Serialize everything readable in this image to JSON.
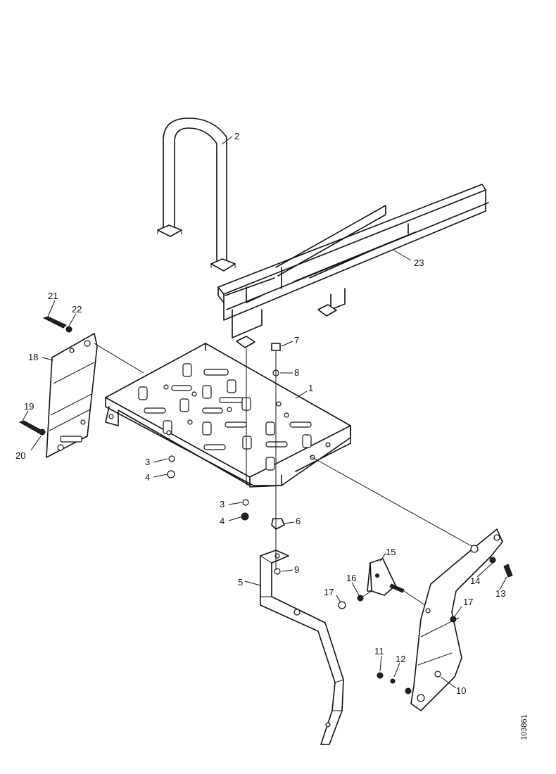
{
  "diagram": {
    "callouts": [
      {
        "id": "c2",
        "label": "2"
      },
      {
        "id": "c23",
        "label": "23"
      },
      {
        "id": "c21",
        "label": "21"
      },
      {
        "id": "c22",
        "label": "22"
      },
      {
        "id": "c18",
        "label": "18"
      },
      {
        "id": "c19",
        "label": "19"
      },
      {
        "id": "c20",
        "label": "20"
      },
      {
        "id": "c7",
        "label": "7"
      },
      {
        "id": "c8",
        "label": "8"
      },
      {
        "id": "c1",
        "label": "1"
      },
      {
        "id": "c3a",
        "label": "3"
      },
      {
        "id": "c4a",
        "label": "4"
      },
      {
        "id": "c3b",
        "label": "3"
      },
      {
        "id": "c4b",
        "label": "4"
      },
      {
        "id": "c6",
        "label": "6"
      },
      {
        "id": "c9",
        "label": "9"
      },
      {
        "id": "c5",
        "label": "5"
      },
      {
        "id": "c15",
        "label": "15"
      },
      {
        "id": "c16",
        "label": "16"
      },
      {
        "id": "c17a",
        "label": "17"
      },
      {
        "id": "c17b",
        "label": "17"
      },
      {
        "id": "c14",
        "label": "14"
      },
      {
        "id": "c13",
        "label": "13"
      },
      {
        "id": "c11",
        "label": "11"
      },
      {
        "id": "c12",
        "label": "12"
      },
      {
        "id": "c10",
        "label": "10"
      }
    ],
    "reference_code": "103861"
  }
}
